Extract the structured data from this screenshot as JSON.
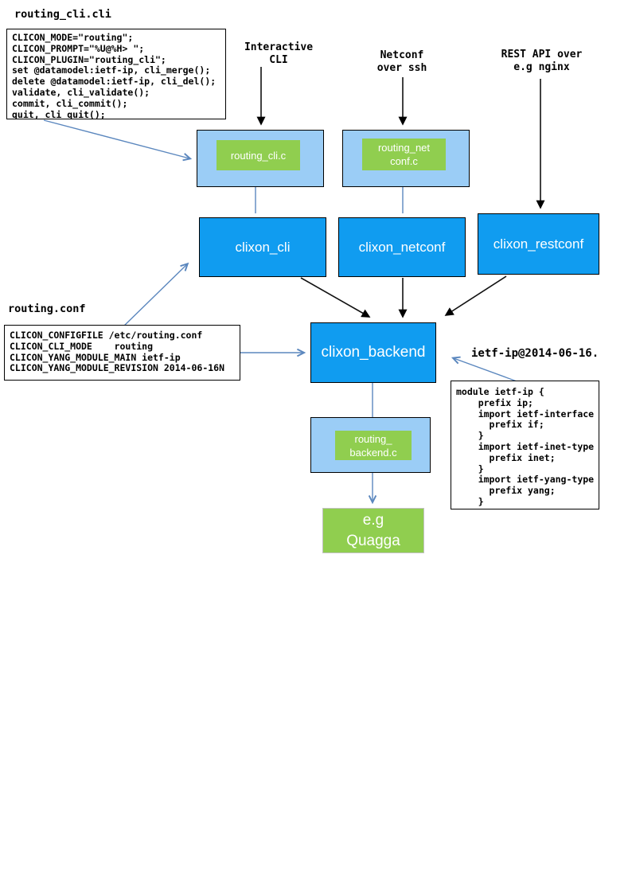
{
  "diagram": {
    "files": {
      "cli_spec": {
        "title": "routing_cli.cli",
        "code": "CLICON_MODE=\"routing\";\nCLICON_PROMPT=\"%U@%H> \";\nCLICON_PLUGIN=\"routing_cli\";\nset @datamodel:ietf-ip, cli_merge();\ndelete @datamodel:ietf-ip, cli_del();\nvalidate, cli_validate();\ncommit, cli_commit();\nquit, cli_quit();"
      },
      "config": {
        "title": "routing.conf",
        "code": "CLICON_CONFIGFILE /etc/routing.conf\nCLICON_CLI_MODE    routing\nCLICON_YANG_MODULE_MAIN ietf-ip\nCLICON_YANG_MODULE_REVISION 2014-06-16N"
      },
      "yang": {
        "title": "ietf-ip@2014-06-16.",
        "code": "module ietf-ip {\n    prefix ip;\n    import ietf-interface\n      prefix if;\n    }\n    import ietf-inet-type\n      prefix inet;\n    }\n    import ietf-yang-type\n      prefix yang;\n    }"
      }
    },
    "access_labels": {
      "interactive_cli": "Interactive\nCLI",
      "netconf": "Netconf\nover ssh",
      "restconf": "REST API over\ne.g nginx"
    },
    "components": {
      "cli_plugin": "routing_cli.c",
      "netconf_plugin": "routing_net\nconf.c",
      "clixon_cli": "clixon_cli",
      "clixon_netconf": "clixon_netconf",
      "clixon_restconf": "clixon_restconf",
      "clixon_backend": "clixon_backend",
      "backend_plugin": "routing_\nbackend.c",
      "routing_daemon": "e.g\nQuagga"
    },
    "colors": {
      "process_box_blue": "#109cf0",
      "plugin_container_blue": "#9bcdf6",
      "plugin_green": "#90ce4f",
      "connector_blue": "#5b87be",
      "connector_black": "#000000"
    }
  }
}
